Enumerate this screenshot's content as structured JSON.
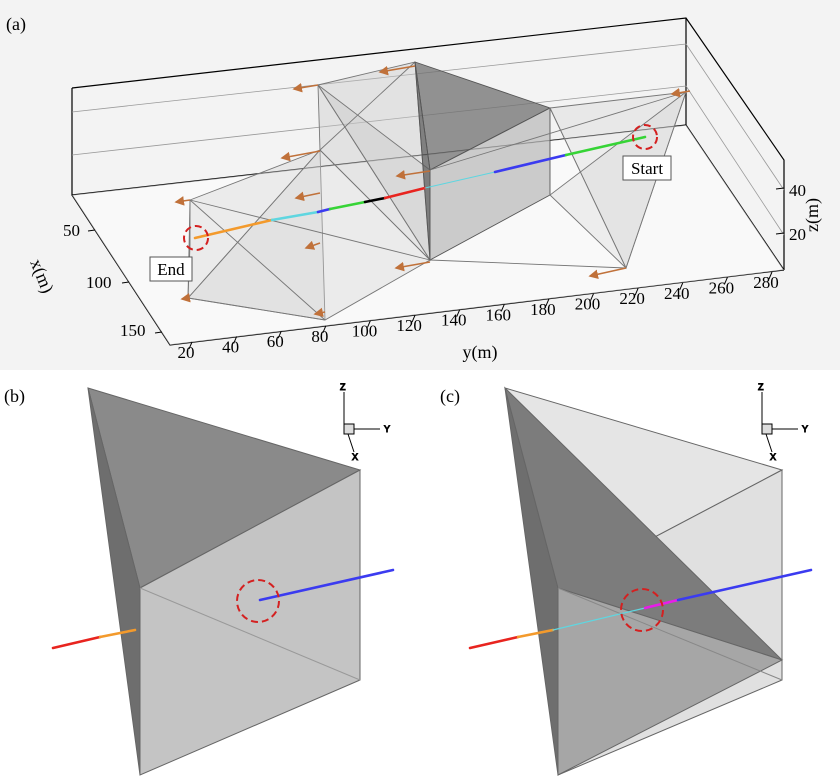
{
  "panels": {
    "a": "(a)",
    "b": "(b)",
    "c": "(c)"
  },
  "panel_a": {
    "x_axis_title": "x(m)",
    "y_axis_title": "y(m)",
    "z_axis_title": "z(m)",
    "x_ticks": [
      "50",
      "100",
      "150"
    ],
    "y_ticks": [
      "20",
      "40",
      "60",
      "80",
      "100",
      "120",
      "140",
      "160",
      "180",
      "200",
      "220",
      "240",
      "260",
      "280"
    ],
    "z_ticks": [
      "20",
      "40"
    ],
    "start_label": "Start",
    "end_label": "End"
  },
  "triad": {
    "z": "Z",
    "y": "Y",
    "x": "X"
  },
  "colors": {
    "segment_red": "#e8241f",
    "segment_orange": "#f39a2c",
    "segment_cyan": "#5fd6e0",
    "segment_blue": "#3b3bf0",
    "segment_green": "#36d436",
    "segment_magenta": "#e81de8",
    "marker_circle": "#d42020",
    "arrow_brown": "#c0713a"
  }
}
